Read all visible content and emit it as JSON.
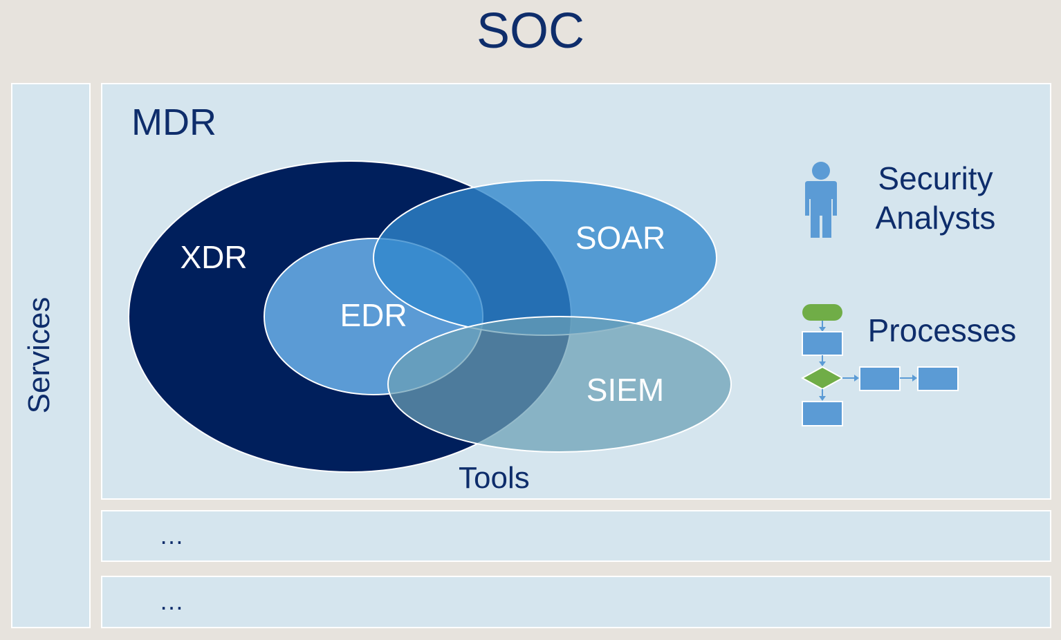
{
  "title": "SOC",
  "services": {
    "label": "Services"
  },
  "mdr": {
    "label": "MDR",
    "venn": {
      "xdr": "XDR",
      "edr": "EDR",
      "soar": "SOAR",
      "siem": "SIEM"
    },
    "tools_label": "Tools",
    "security_analysts": [
      "Security",
      "Analysts"
    ],
    "processes": "Processes"
  },
  "rows": [
    {
      "label": "…"
    },
    {
      "label": "…"
    }
  ],
  "colors": {
    "background": "#e7e3dd",
    "panel": "#d5e5ee",
    "text": "#0e2d6b",
    "xdr": "#001f5c",
    "soar": "#3b8fce",
    "siem": "#6a9db3",
    "edr": "#5b9bd5",
    "flow_green": "#70ad47"
  }
}
